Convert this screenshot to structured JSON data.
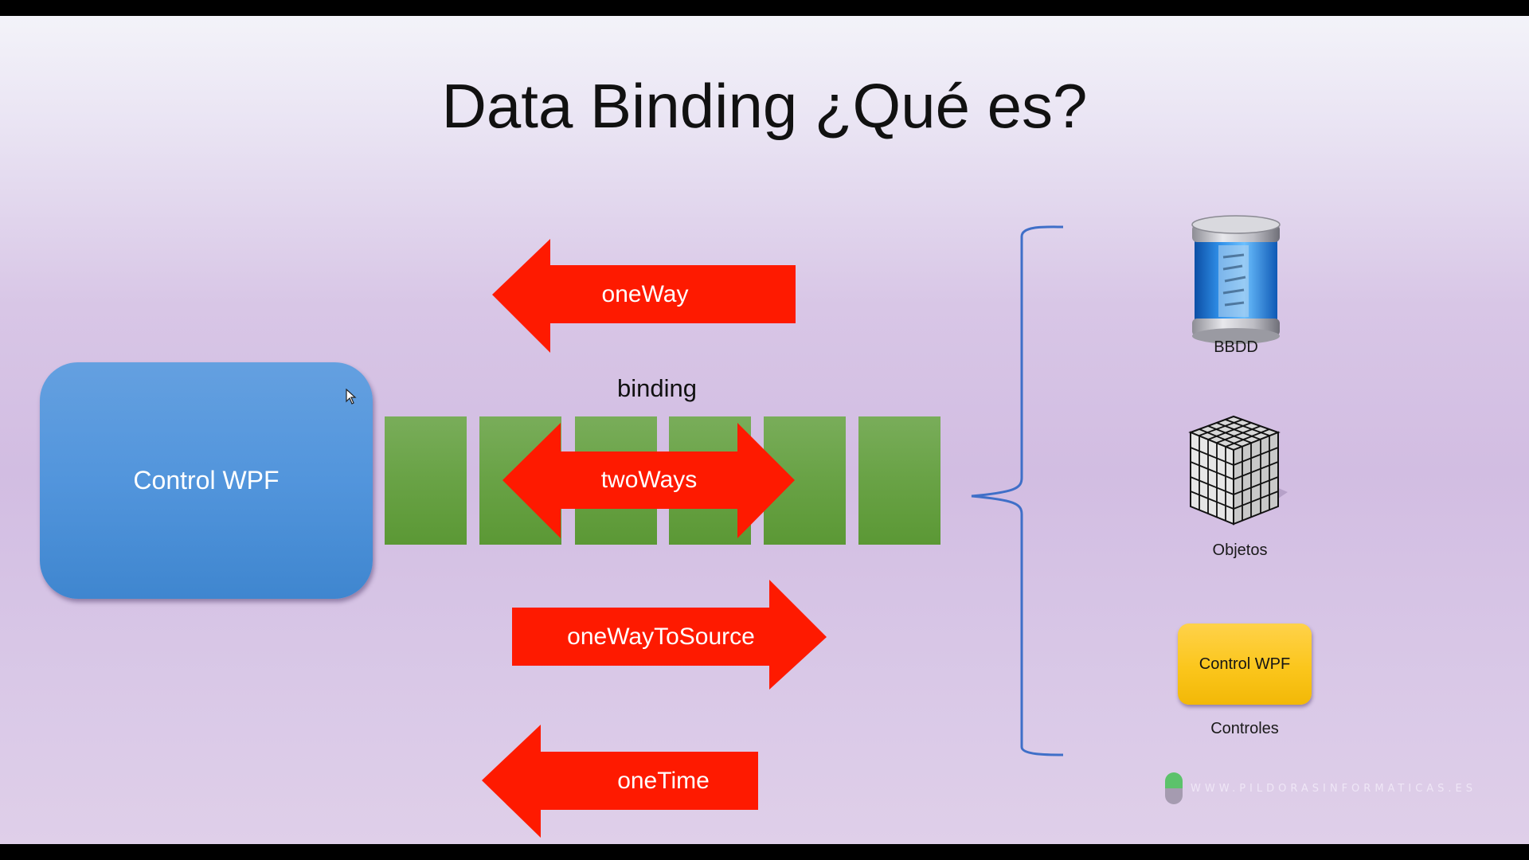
{
  "slide": {
    "title": "Data Binding ¿Qué es?",
    "target": {
      "label": "Control WPF",
      "color": "#5295dc"
    },
    "binding": {
      "label": "binding",
      "block_count": 6,
      "block_color": "#6aa347"
    },
    "modes": [
      {
        "label": "oneWay",
        "direction": "left",
        "color": "#fe1a00"
      },
      {
        "label": "twoWays",
        "direction": "both",
        "color": "#fe1a00"
      },
      {
        "label": "oneWayToSource",
        "direction": "right",
        "color": "#fe1a00"
      },
      {
        "label": "oneTime",
        "direction": "left",
        "color": "#fe1a00"
      }
    ],
    "sources": [
      {
        "label": "BBDD",
        "icon": "database-icon"
      },
      {
        "label": "Objetos",
        "icon": "grid-cube-icon"
      },
      {
        "label": "Controles",
        "icon": "control-box",
        "box_label": "Control WPF",
        "box_color": "#fbc61c"
      }
    ],
    "brace_color": "#3f6fc8",
    "watermark": "WWW.PILDORASINFORMATICAS.ES"
  }
}
